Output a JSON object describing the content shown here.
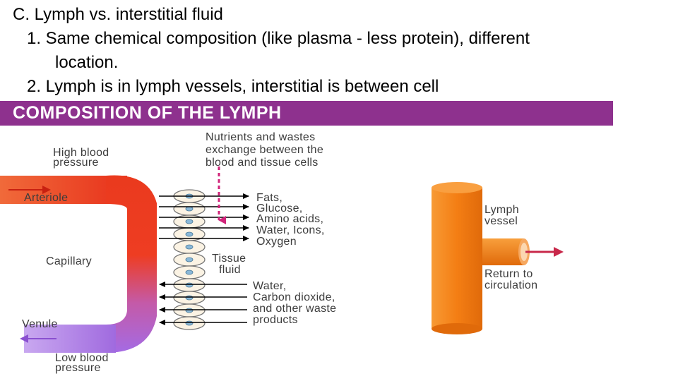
{
  "slide": {
    "heading": "C. Lymph vs. interstitial fluid",
    "point1_line1": "1. Same chemical composition (like plasma  - less protein), different",
    "point1_line2": "location.",
    "point2": "2. Lymph is in lymph vessels, interstitial is between cell"
  },
  "diagram": {
    "banner_title": "COMPOSITION OF THE LYMPH",
    "labels": {
      "high_bp_1": "High blood",
      "high_bp_2": "pressure",
      "arteriole": "Arteriole",
      "capillary": "Capillary",
      "venule": "Venule",
      "low_bp_1": "Low blood",
      "low_bp_2": "pressure",
      "exchange_1": "Nutrients and wastes",
      "exchange_2": "exchange between the",
      "exchange_3": "blood and tissue cells",
      "out_1": "Fats,",
      "out_2": "Glucose,",
      "out_3": "Amino acids,",
      "out_4": "Water, Icons,",
      "out_5": "Oxygen",
      "tissue_1": "Tissue",
      "tissue_2": "fluid",
      "in_1": "Water,",
      "in_2": "Carbon dioxide,",
      "in_3": "and other waste",
      "in_4": "products",
      "lymph_1": "Lymph",
      "lymph_2": "vessel",
      "return_1": "Return to",
      "return_2": "circulation"
    },
    "colors": {
      "banner": "#8e318e",
      "arterial": "#e8321c",
      "venous": "#a06adf",
      "lymph": "#f47e14",
      "exchange_arrow": "#d0247a",
      "return_arrow": "#c8284a"
    }
  }
}
